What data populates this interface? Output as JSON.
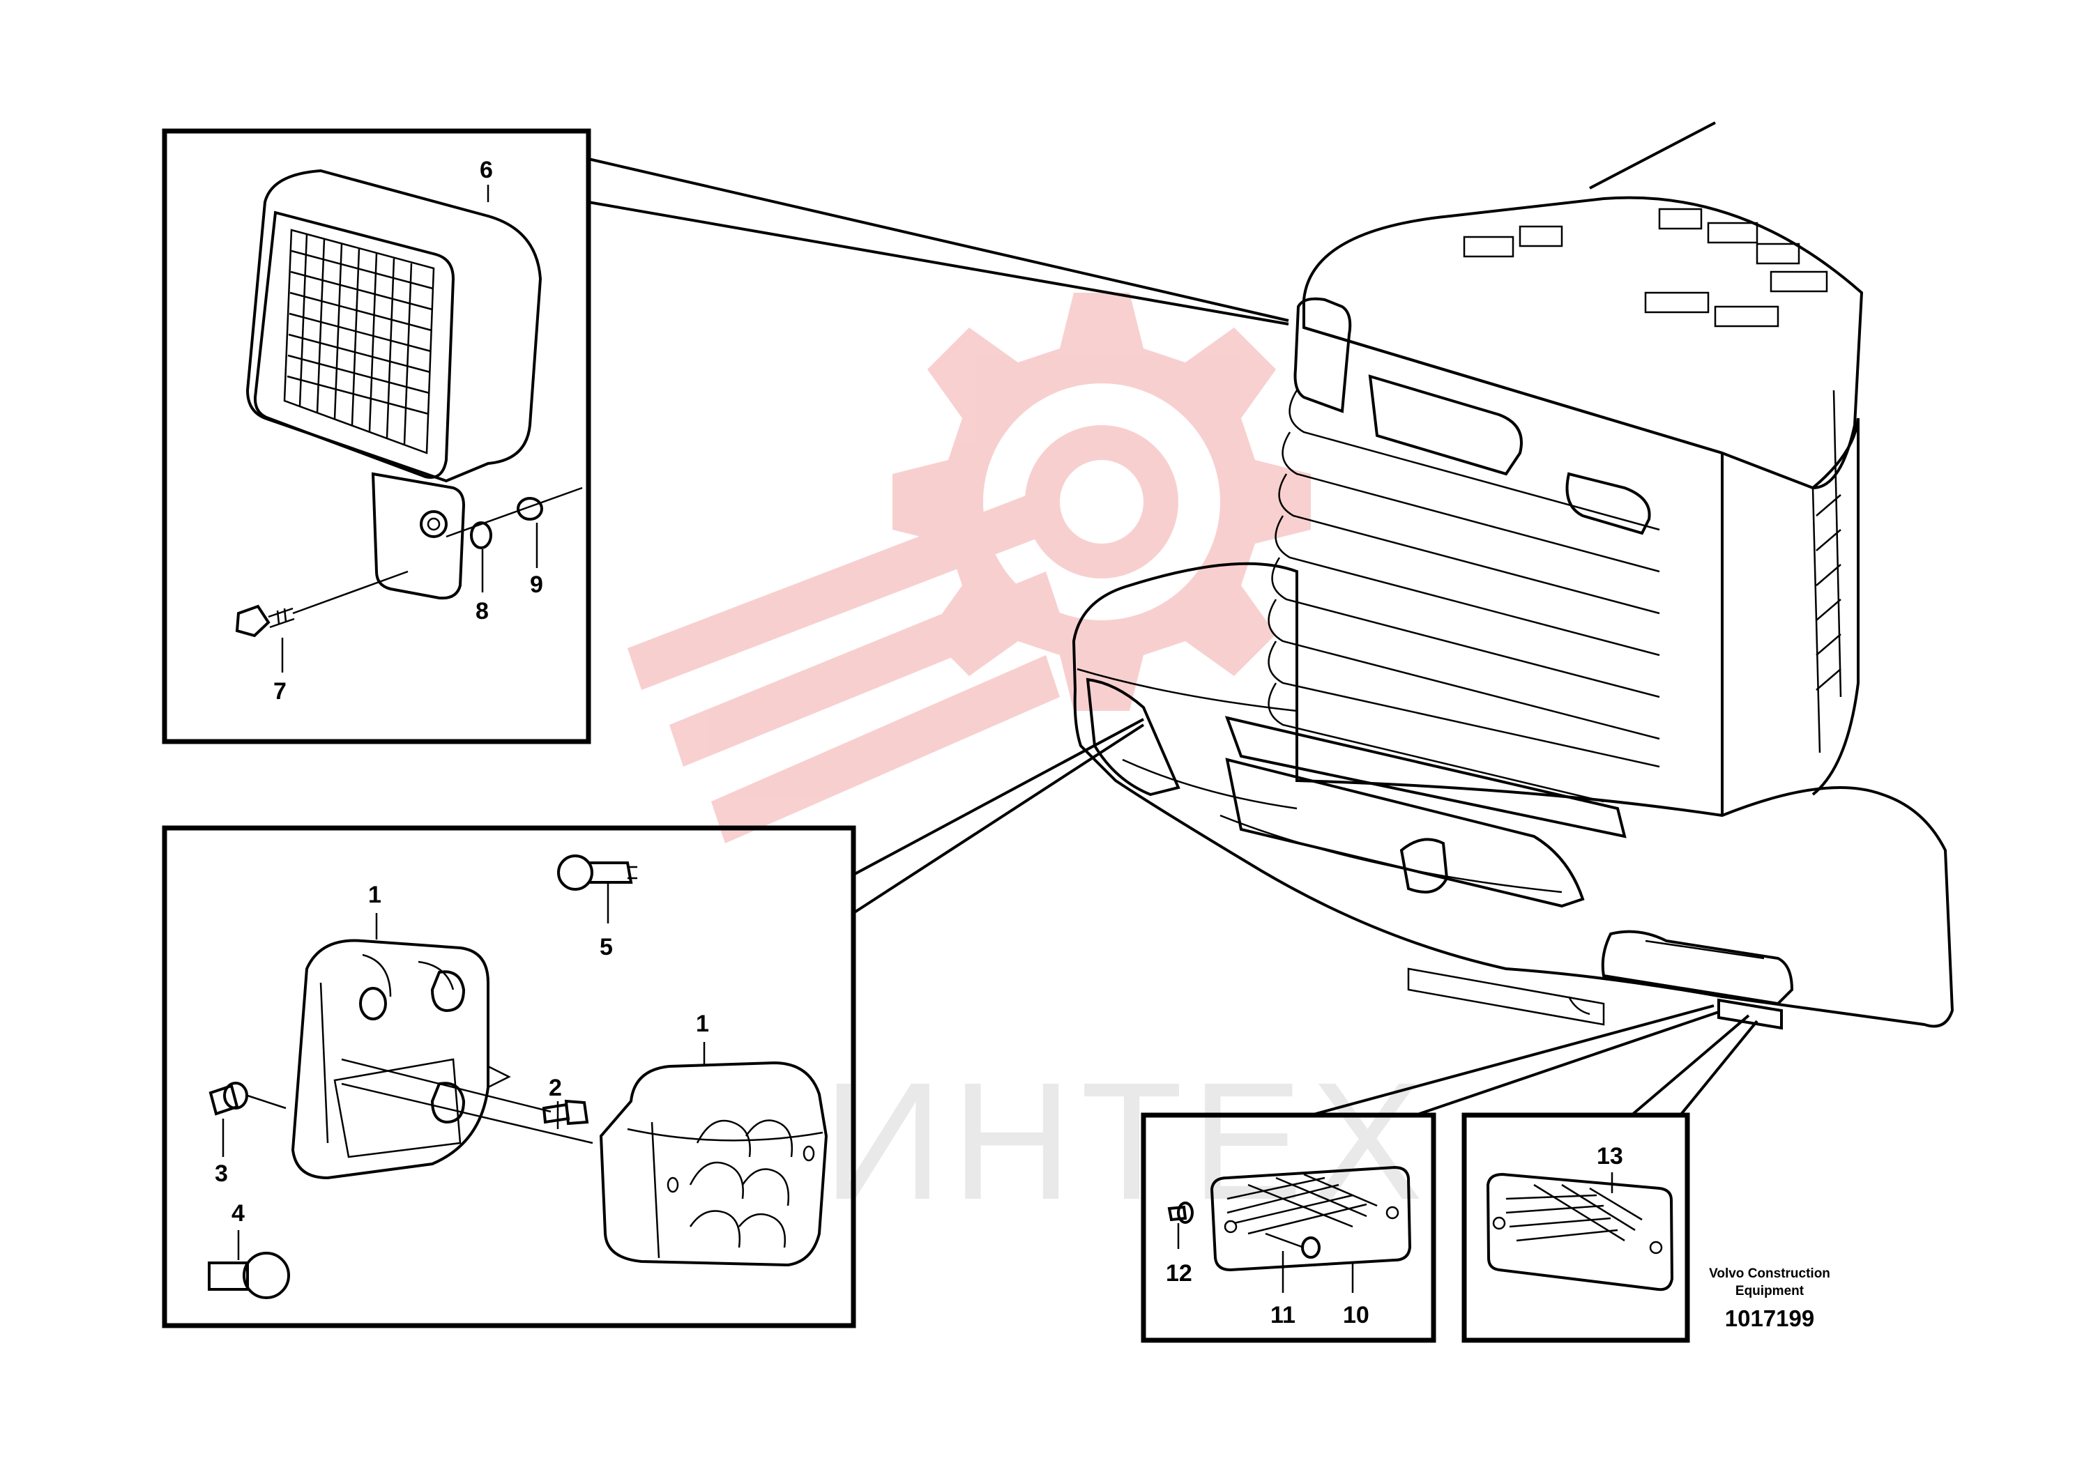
{
  "watermark": {
    "text": "ИНТЕХ",
    "logo": "red-gear-logo",
    "color": "#f7c9c9"
  },
  "callouts": {
    "c1a": "1",
    "c1b": "1",
    "c2": "2",
    "c3": "3",
    "c4": "4",
    "c5": "5",
    "c6": "6",
    "c7": "7",
    "c8": "8",
    "c9": "9",
    "c10": "10",
    "c11": "11",
    "c12": "12",
    "c13": "13"
  },
  "credit": {
    "line1": "Volvo Construction",
    "line2": "Equipment"
  },
  "reference_number": "1017199"
}
